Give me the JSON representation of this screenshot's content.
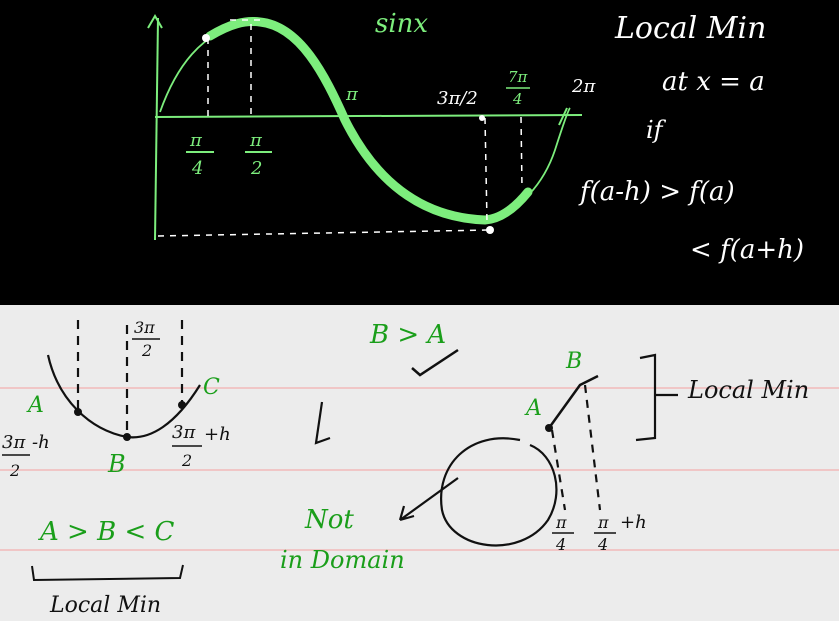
{
  "top": {
    "title": "sinx",
    "note_line1": "Local Min",
    "note_line2": "at x = a",
    "note_line3": "if",
    "note_line4": "f(a-h) > f(a)",
    "note_line5": "< f(a+h)",
    "tick_pi": "π",
    "tick_3pi2": "3π/2",
    "tick_7pi4_num": "7π",
    "tick_7pi4_den": "4",
    "tick_2pi": "2π",
    "tick_pi4_num": "π",
    "tick_pi4_den": "4",
    "tick_pi2_num": "π",
    "tick_pi2_den": "2"
  },
  "left_diagram": {
    "top_label_num": "3π",
    "top_label_den": "2",
    "point_a": "A",
    "point_b": "B",
    "point_c": "C",
    "left_x_num": "3π",
    "left_x_minus": "-h",
    "left_x_den": "2",
    "right_x_num": "3π",
    "right_x_plus": "+h",
    "right_x_den": "2",
    "inequality": "A > B < C",
    "caption": "Local Min"
  },
  "middle": {
    "relation": "B > A",
    "note_line1": "Not",
    "note_line2": "in Domain"
  },
  "right_diagram": {
    "point_a": "A",
    "point_b": "B",
    "label": "Local Min",
    "x1_num": "π",
    "x1_den": "4",
    "x2_num": "π",
    "x2_plus": "+h",
    "x2_den": "4"
  },
  "colors": {
    "board_top": "#000000",
    "board_bottom": "#ececec",
    "rule_line": "#f2b9b9",
    "green": "#7dee7d",
    "green_dark": "#1a9e1a",
    "ink": "#111111"
  }
}
